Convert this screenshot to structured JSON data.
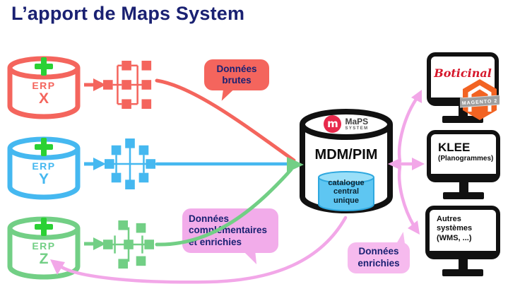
{
  "title": "L’apport de Maps System",
  "colors": {
    "navy_text": "#1A2172",
    "erp_x_red": "#F4655D",
    "erp_y_blue": "#45B8F0",
    "erp_z_green": "#72CF85",
    "plus_green": "#2BD134",
    "pink_arrow": "#F2A7E8",
    "bubble_brutes": "#F4655D",
    "bubble_complementaires": "#F2ACEA",
    "bubble_enrichies": "#F6BAEE",
    "outline_black": "#111111",
    "maps_logo_crimson": "#E82A4C",
    "inner_catalog_blue": "#5EC6F2",
    "boticinal_red": "#D6172B",
    "magento_orange": "#F26322"
  },
  "sources": [
    {
      "label": "ERP",
      "letter": "X"
    },
    {
      "label": "ERP",
      "letter": "Y"
    },
    {
      "label": "ERP",
      "letter": "Z"
    }
  ],
  "bubbles": {
    "brutes": {
      "line1": "Données",
      "line2": "brutes"
    },
    "complementaires": {
      "line1": "Données",
      "line2": "complémentaires",
      "line3": "et enrichies"
    },
    "enrichies": {
      "line1": "Données",
      "line2": "enrichies"
    }
  },
  "central": {
    "logo_letter": "m",
    "logo_name": "MaPS",
    "logo_sub": "SYSTEM",
    "title": "MDM/PIM",
    "catalog_line1": "catalogue",
    "catalog_line2": "central",
    "catalog_line3": "unique"
  },
  "monitors": {
    "boticinal": {
      "name": "Boticinal",
      "badge": "MAGENTO 2"
    },
    "klee": {
      "line1": "KLEE",
      "line2": "(Planogrammes)"
    },
    "autres": {
      "line1": "Autres",
      "line2": "systèmes",
      "line3": "(WMS, ...)"
    }
  }
}
